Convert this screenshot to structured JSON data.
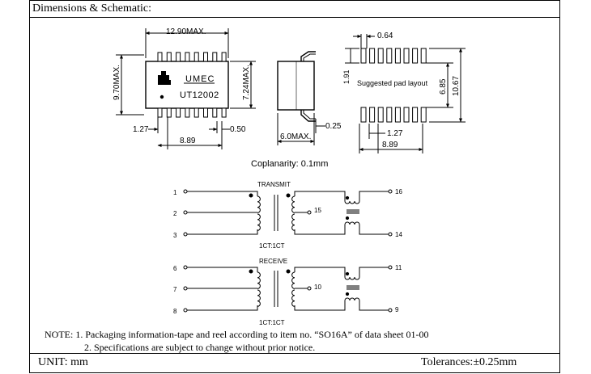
{
  "header": {
    "title": "Dimensions & Schematic:"
  },
  "package": {
    "overall_length": "12.90MAX.",
    "overall_width": "9.70MAX.",
    "body_width": "7.24MAX.",
    "pin_pitch": "1.27",
    "pin_width": "0.50",
    "row_span": "8.89",
    "brand": "UMEC",
    "part_number": "UT12002"
  },
  "side_view": {
    "height": "6.0MAX.",
    "lead_thickness": "0.25"
  },
  "pad_layout": {
    "pad_width": "0.64",
    "pad_length": "1.91",
    "caption": "Suggested pad layout",
    "inner_span": "6.85",
    "outer_span": "10.67",
    "pitch": "1.27",
    "row_span": "8.89"
  },
  "coplanarity": "Coplanarity: 0.1mm",
  "schematic": {
    "transmit": {
      "title": "TRANSMIT",
      "pins": {
        "p1": "1",
        "p2": "2",
        "p3": "3",
        "center": "15",
        "top": "16",
        "bottom": "14"
      },
      "ratio": "1CT:1CT"
    },
    "receive": {
      "title": "RECEIVE",
      "pins": {
        "p1": "6",
        "p2": "7",
        "p3": "8",
        "center": "10",
        "top": "11",
        "bottom": "9"
      },
      "ratio": "1CT:1CT"
    }
  },
  "notes": {
    "line1": "NOTE: 1. Packaging information-tape and reel according to item no. “SO16A” of data sheet 01-00",
    "line2": "2. Specifications are subject to change without prior notice."
  },
  "footer": {
    "unit": "UNIT:  mm",
    "tolerance": "Tolerances:±0.25mm"
  },
  "colors": {
    "ink": "#000000",
    "background": "#ffffff"
  }
}
